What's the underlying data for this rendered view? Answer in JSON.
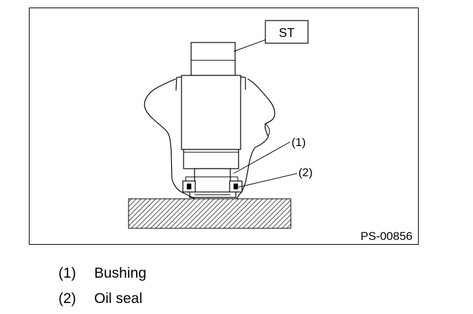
{
  "figure": {
    "tool_label": "ST",
    "callouts": [
      {
        "id": "1",
        "label": "(1)"
      },
      {
        "id": "2",
        "label": "(2)"
      }
    ],
    "figure_code": "PS-00856"
  },
  "legend": [
    {
      "number": "(1)",
      "text": "Bushing"
    },
    {
      "number": "(2)",
      "text": "Oil seal"
    }
  ]
}
